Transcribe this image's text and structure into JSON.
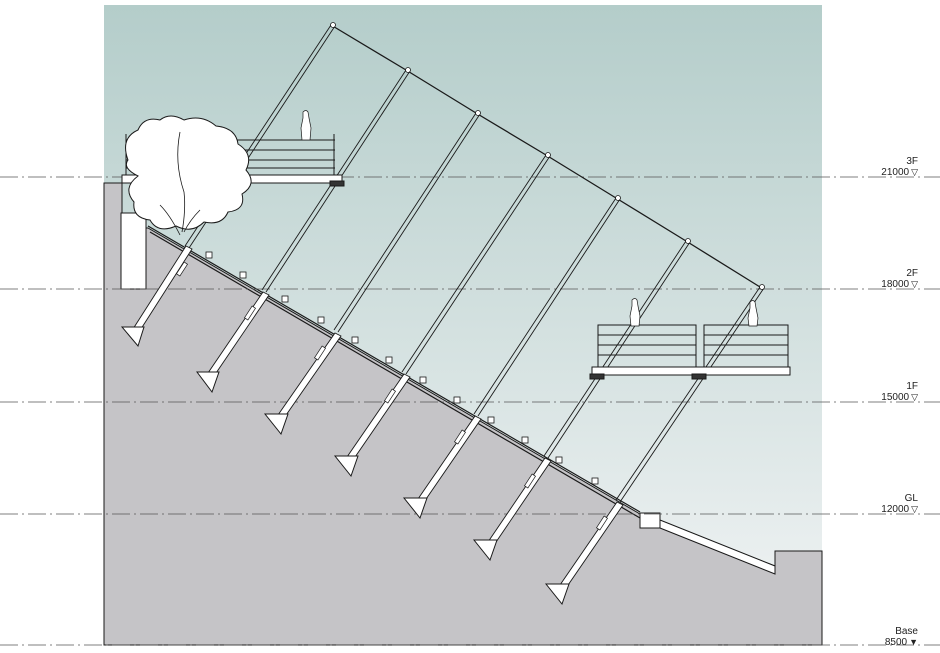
{
  "levels": [
    {
      "name": "3F",
      "value": "21000",
      "marker": "open"
    },
    {
      "name": "2F",
      "value": "18000",
      "marker": "open"
    },
    {
      "name": "1F",
      "value": "15000",
      "marker": "open"
    },
    {
      "name": "GL",
      "value": "12000",
      "marker": "open"
    },
    {
      "name": "Base",
      "value": "8500",
      "marker": "filled"
    }
  ],
  "colors": {
    "sky_top": "#b4cdca",
    "sky_bottom": "#f2f4f5",
    "ground": "#c5c4c7",
    "line": "#1a1a1a"
  },
  "icons": {
    "open_marker": "▽",
    "filled_marker": "▼"
  }
}
